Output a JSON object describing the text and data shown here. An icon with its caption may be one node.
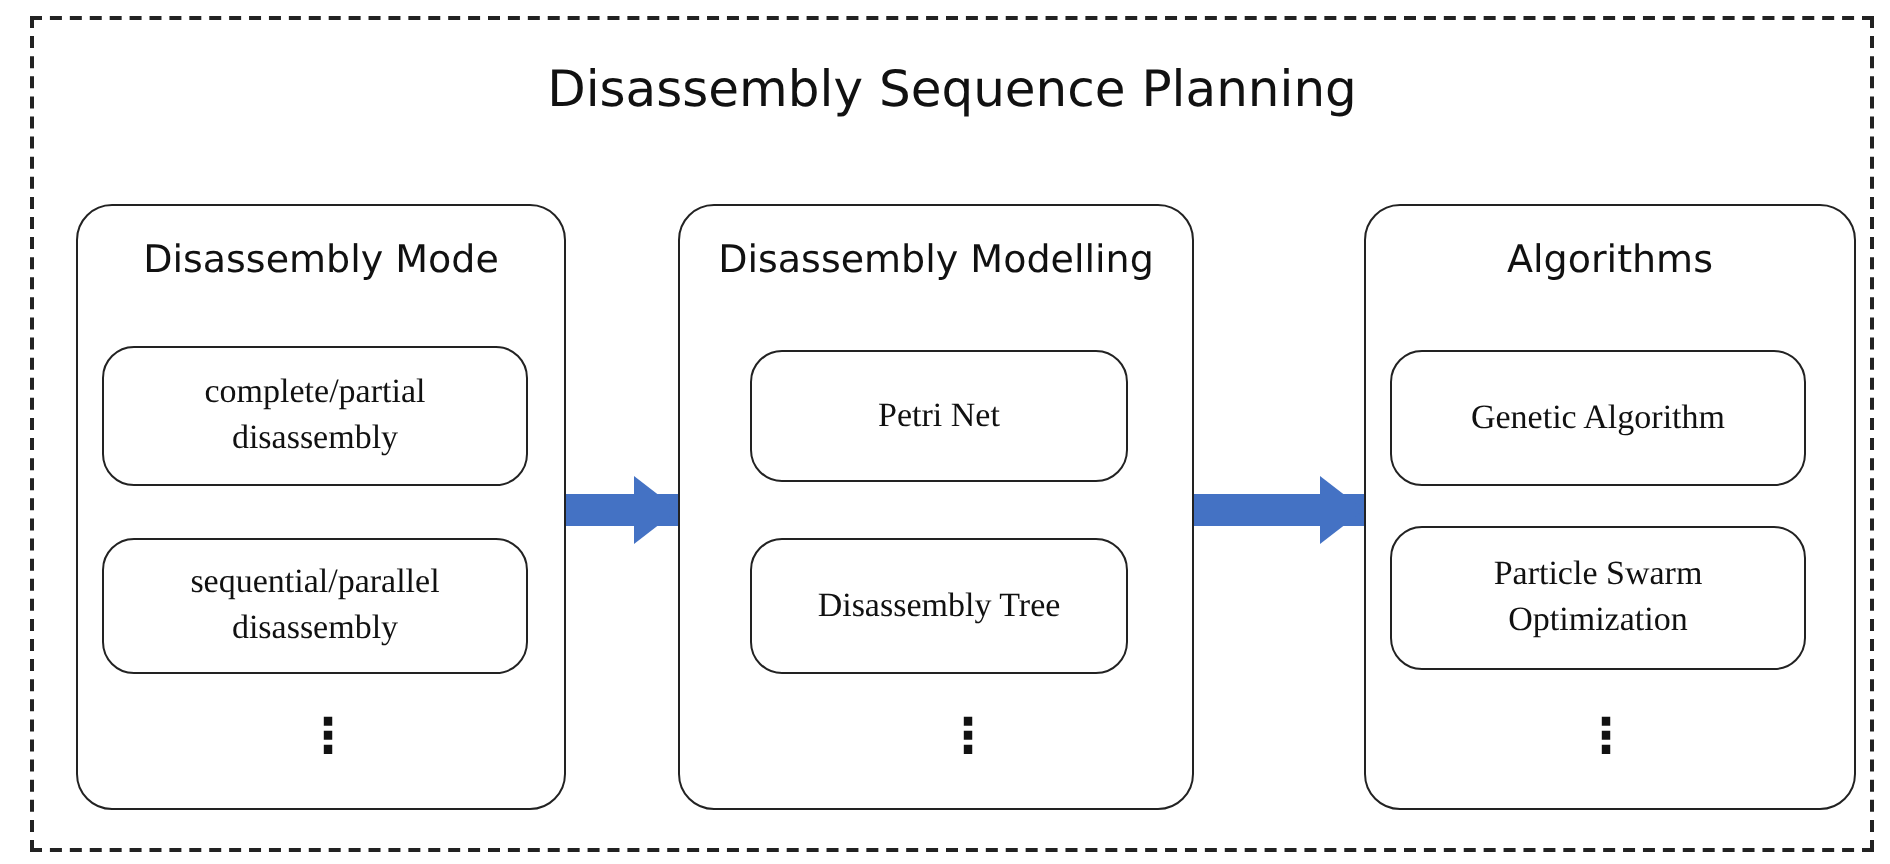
{
  "diagram": {
    "title": "Disassembly Sequence Planning",
    "nodes": [
      {
        "text": [
          "Disassembly Mode"
        ]
      },
      {
        "text": [
          "complete/partial disassembly"
        ],
        "in": 0
      },
      {
        "text": [
          "sequential/parallel disassembly"
        ],
        "in": 0
      },
      {
        "text": [
          "Disassembly Modelling"
        ]
      },
      {
        "text": [
          "Petri Net"
        ],
        "in": 3
      },
      {
        "text": [
          "Disassembly Tree"
        ],
        "in": 3
      },
      {
        "text": [
          "Algorithms"
        ]
      },
      {
        "text": [
          "Genetic Algorithm"
        ],
        "in": 6
      },
      {
        "text": [
          "Particle Swarm Optimization"
        ],
        "in": 6
      }
    ],
    "edges": [
      {
        "from": 0,
        "to": 3,
        "arrow": "to"
      },
      {
        "from": 3,
        "to": 6,
        "arrow": "to"
      }
    ],
    "labels": [
      "⋮",
      "⋮",
      "⋮"
    ]
  }
}
